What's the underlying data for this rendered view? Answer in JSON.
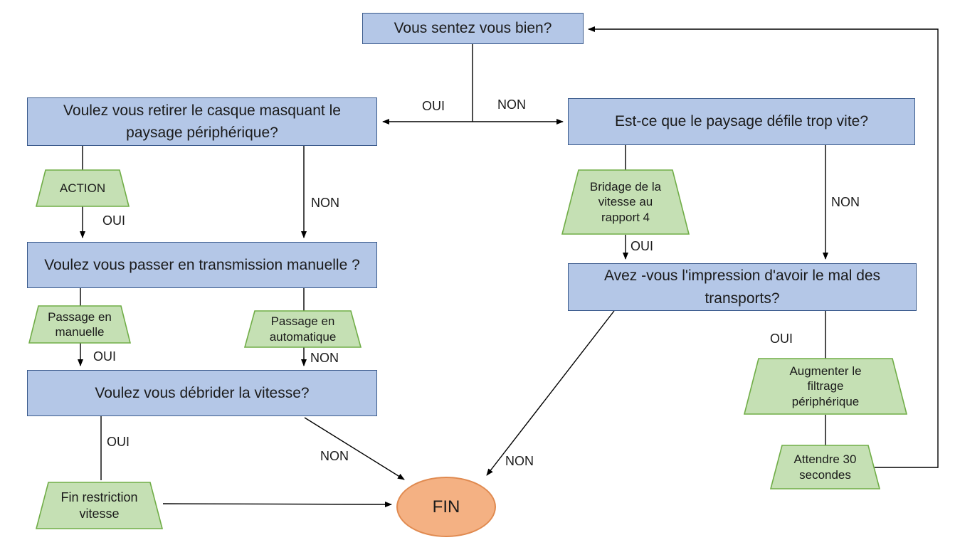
{
  "diagram": {
    "colors": {
      "decision_fill": "#B4C7E7",
      "decision_border": "#3A5A8C",
      "action_fill": "#C5E0B4",
      "action_border": "#70AD47",
      "terminal_fill": "#F4B183",
      "terminal_border": "#E08A50"
    },
    "nodes": {
      "feel_well": {
        "type": "question",
        "label": "Vous sentez vous bien?"
      },
      "remove_helmet": {
        "type": "question",
        "label": "Voulez vous retirer le casque masquant le paysage périphérique?"
      },
      "landscape_fast": {
        "type": "question",
        "label": "Est-ce que le paysage défile trop vite?"
      },
      "action": {
        "type": "action",
        "label": "ACTION"
      },
      "manual_transmission": {
        "type": "question",
        "label": "Voulez vous passer en transmission manuelle ?"
      },
      "switch_manual": {
        "type": "action",
        "label": "Passage en manuelle"
      },
      "switch_automatic": {
        "type": "action",
        "label": "Passage en automatique"
      },
      "unlock_speed": {
        "type": "question",
        "label": "Voulez vous débrider la vitesse?"
      },
      "end_speed_restriction": {
        "type": "action",
        "label": "Fin restriction vitesse"
      },
      "speed_cap": {
        "type": "action",
        "label": "Bridage de la vitesse au rapport 4"
      },
      "motion_sickness": {
        "type": "question",
        "label": "Avez -vous l'impression d'avoir le mal des transports?"
      },
      "increase_filtering": {
        "type": "action",
        "label": "Augmenter le filtrage périphérique"
      },
      "wait_30s": {
        "type": "action",
        "label": "Attendre 30 secondes"
      },
      "end": {
        "type": "terminal",
        "label": "FIN"
      }
    },
    "edge_labels": {
      "feel_well_oui": "OUI",
      "feel_well_non": "NON",
      "remove_helmet_non": "NON",
      "action_oui": "OUI",
      "switch_manual_oui": "OUI",
      "switch_automatic_non": "NON",
      "unlock_speed_oui": "OUI",
      "unlock_speed_non": "NON",
      "speed_cap_oui": "OUI",
      "landscape_fast_non": "NON",
      "motion_sickness_oui": "OUI",
      "motion_sickness_non": "NON"
    }
  }
}
